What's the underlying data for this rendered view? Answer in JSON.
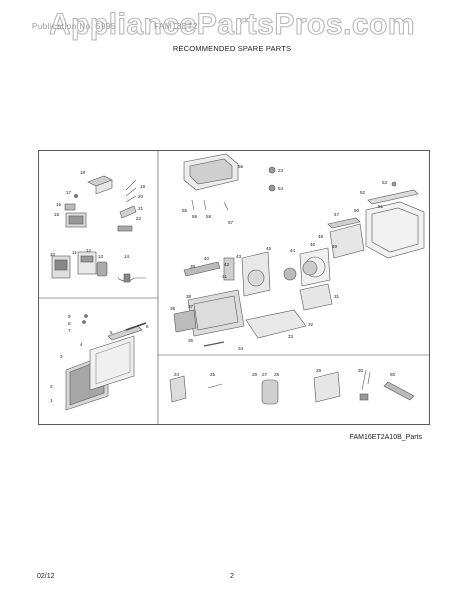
{
  "watermark": "AppliancePartsPros.com",
  "header": {
    "left_text": "Publication No. 5995",
    "model_text": "FAM18ET2",
    "title": "RECOMMENDED SPARE PARTS"
  },
  "diagram": {
    "caption": "FAM16ET2A10B_Parts",
    "callouts": {
      "n1": "1",
      "n2": "2",
      "n3": "3",
      "n4": "4",
      "n5": "5",
      "n6": "6",
      "n7": "7",
      "n8": "8",
      "n9": "9",
      "n10": "10",
      "n11": "11",
      "n12": "12",
      "n13": "13",
      "n14": "14",
      "n15": "15",
      "n16": "16",
      "n17": "17",
      "n18": "18",
      "n19": "19",
      "n20": "20",
      "n21": "21",
      "n22": "22",
      "n23": "23",
      "n24": "24",
      "n25": "25",
      "n26": "26",
      "n27": "27",
      "n28": "28",
      "n29": "29",
      "n30": "30",
      "n31": "31",
      "n32": "32",
      "n33": "33",
      "n34": "34",
      "n35": "35",
      "n36": "36",
      "n37": "37",
      "n38": "38",
      "n39": "39",
      "n40": "40",
      "n41": "41",
      "n42": "42",
      "n43": "43",
      "n44": "44",
      "n45": "45",
      "n46": "46",
      "n47": "47",
      "n48": "48",
      "n49": "49",
      "n50": "50",
      "n51": "51",
      "n52": "52",
      "n53": "53",
      "n54": "54",
      "n55": "55",
      "n56": "56",
      "n57": "57",
      "n58": "58",
      "n59": "59",
      "n60": "60"
    }
  },
  "footer": {
    "date": "02/12",
    "page": "2"
  }
}
